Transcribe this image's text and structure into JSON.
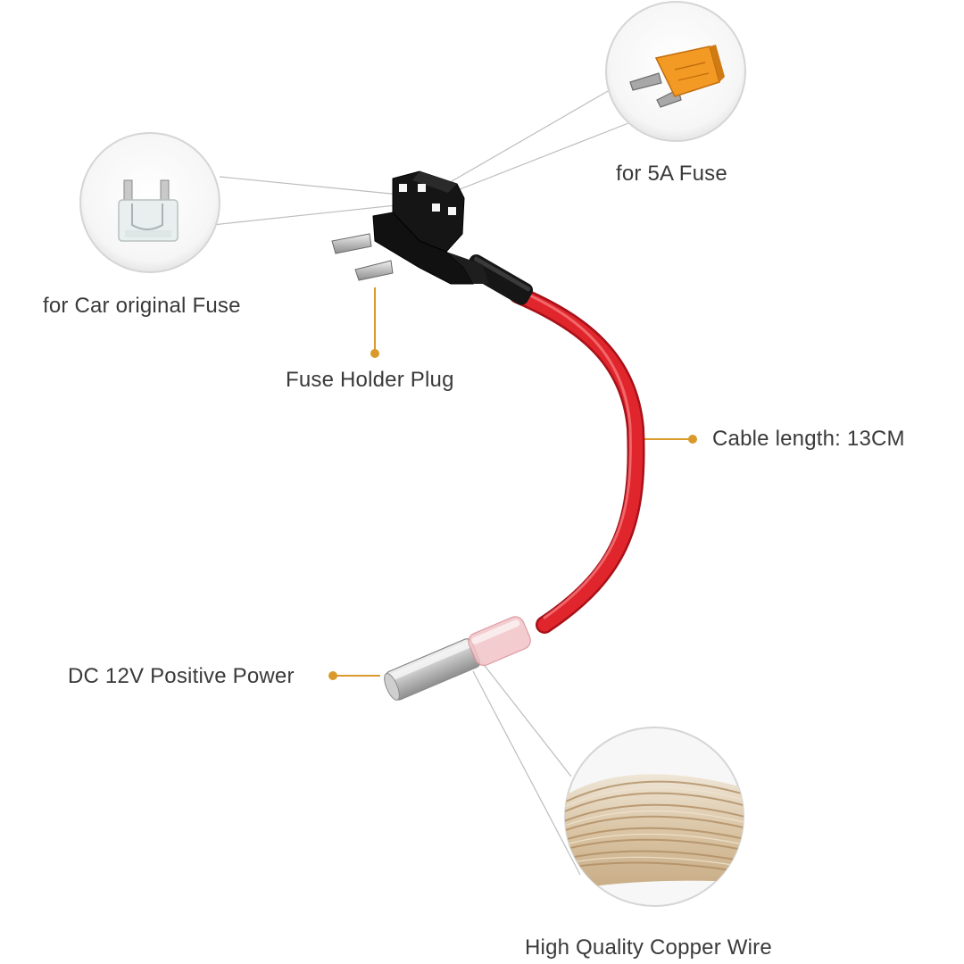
{
  "labels": {
    "fuse_5a": "for 5A Fuse",
    "original_fuse": "for Car original Fuse",
    "holder_plug": "Fuse Holder Plug",
    "cable_length": "Cable length: 13CM",
    "dc_power": "DC 12V Positive Power",
    "copper_wire": "High Quality Copper Wire"
  },
  "icons": [
    "mini-fuse-orange-icon",
    "mini-fuse-clear-icon",
    "fuse-tap-holder-icon",
    "copper-strands-icon"
  ],
  "colors": {
    "wire": "#e0262c",
    "callout_dot": "#d99a2b",
    "fuse_5a": "#f39a25",
    "holder": "#151515",
    "label_text": "#3a3a3a"
  }
}
